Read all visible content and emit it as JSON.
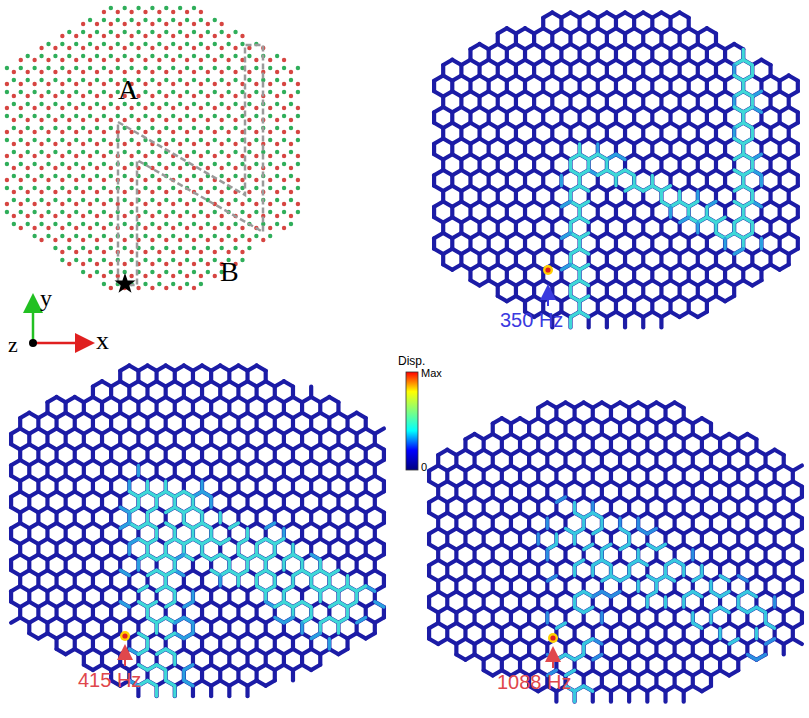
{
  "diagram": {
    "labels": [
      "A",
      "B",
      "y",
      "x",
      "z",
      "Disp.",
      "Max",
      "0",
      "350 Hz",
      "415 Hz",
      "1088 Hz"
    ]
  }
}
